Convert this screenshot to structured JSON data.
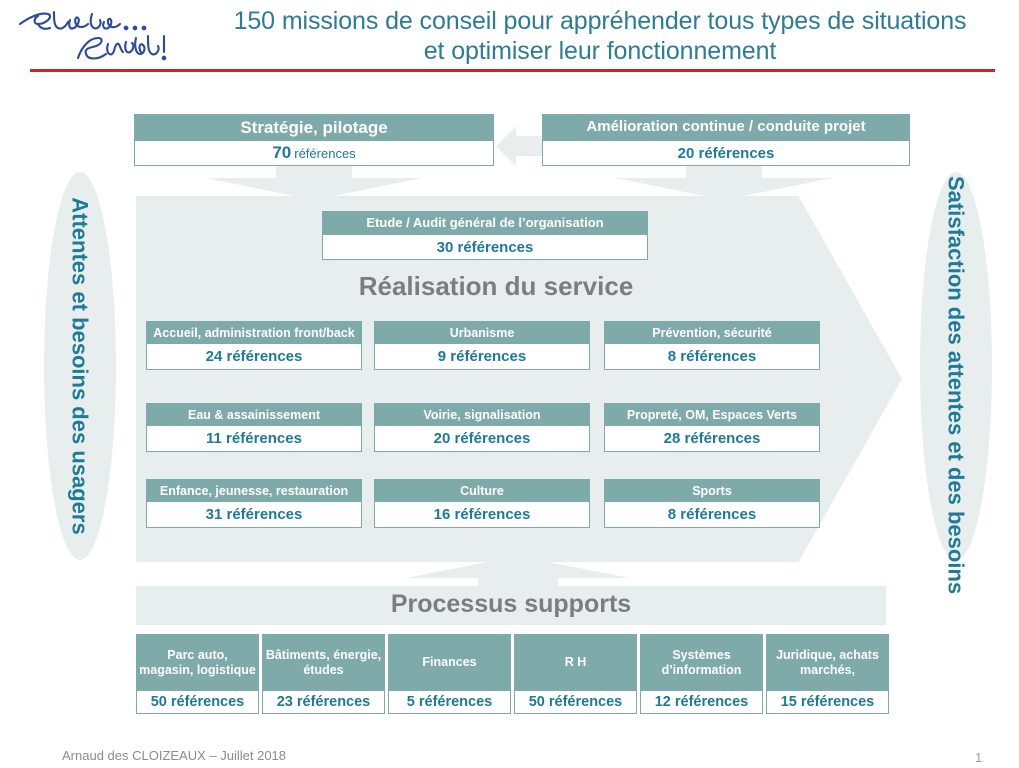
{
  "header": {
    "logo_line1": "Plus loin ...",
    "logo_line2": "Ensemble !",
    "title_line1": "150 missions de conseil pour appréhender tous types de situations",
    "title_line2": "et optimiser leur fonctionnement",
    "title_color": "#2e7b96",
    "rule_color": "#c1272d"
  },
  "sides": {
    "left_label": "Attentes et besoins des usagers",
    "right_label": "Satisfaction des attentes et des besoins",
    "ellipse_color": "#e8eeee",
    "label_color": "#1f7a96"
  },
  "top_boxes": [
    {
      "title": "Stratégie, pilotage",
      "count": "70",
      "unit": "références"
    },
    {
      "title": "Amélioration continue / conduite projet",
      "count": "20 références",
      "unit": ""
    }
  ],
  "realisation": {
    "title": "Réalisation du service",
    "title_color": "#7d7d7d",
    "shape_color": "#e8eeee",
    "audit_box": {
      "title": "Etude / Audit général de l’organisation",
      "count": "30 références"
    },
    "services": [
      {
        "title": "Accueil, administration front/back",
        "count": "24 références"
      },
      {
        "title": "Urbanisme",
        "count": "9 références"
      },
      {
        "title": "Prévention, sécurité",
        "count": "8 références"
      },
      {
        "title": "Eau & assainissement",
        "count": "11 références"
      },
      {
        "title": "Voirie, signalisation",
        "count": "20 références"
      },
      {
        "title": "Propreté, OM, Espaces Verts",
        "count": "28 références"
      },
      {
        "title": "Enfance, jeunesse, restauration",
        "count": "31 références"
      },
      {
        "title": "Culture",
        "count": "16 références"
      },
      {
        "title": "Sports",
        "count": "8 références"
      }
    ]
  },
  "supports": {
    "title": "Processus supports",
    "title_color": "#7d7d7d",
    "items": [
      {
        "title": "Parc auto, magasin, logistique",
        "count": "50 références"
      },
      {
        "title": "Bâtiments, énergie, études",
        "count": "23 références"
      },
      {
        "title": "Finances",
        "count": "5 références"
      },
      {
        "title": "R H",
        "count": "50 références"
      },
      {
        "title": "Systèmes d’information",
        "count": "12 références"
      },
      {
        "title": "Juridique, achats marchés,",
        "count": "15 références"
      }
    ]
  },
  "footer": {
    "author": "Arnaud des CLOIZEAUX – Juillet 2018",
    "page": "1"
  },
  "theme": {
    "box_header_bg": "#7faaaa",
    "box_body_text": "#1f7a96",
    "arrow_fill": "#e8eeee"
  }
}
